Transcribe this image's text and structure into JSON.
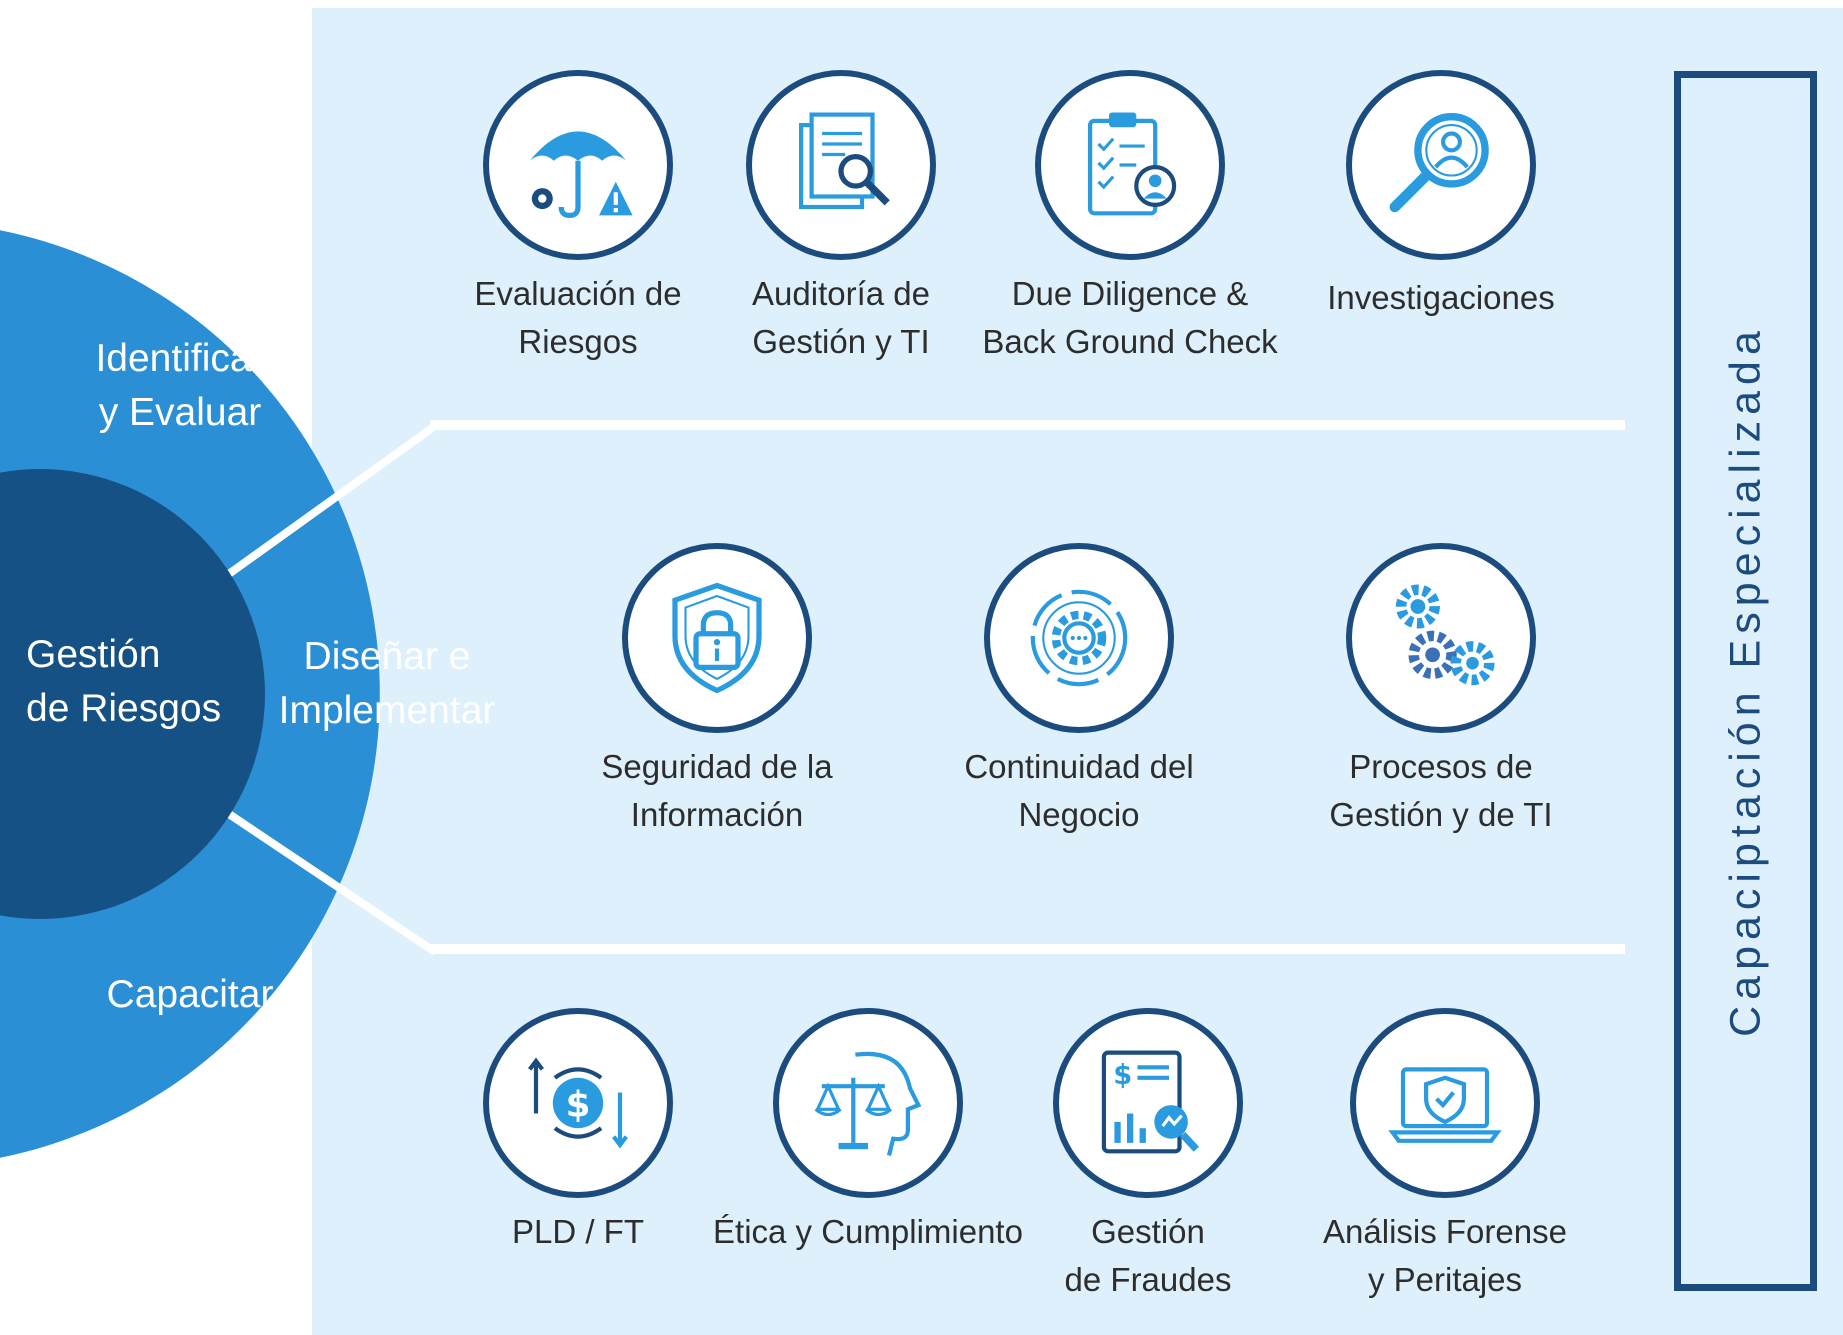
{
  "wheel": {
    "center": "Gestión\nde Riesgos",
    "segments": [
      "Identificar\ny Evaluar",
      "Diseñar e\nImplementar",
      "Capacitar"
    ]
  },
  "colors": {
    "panel": "#ddf0fb",
    "outer_ring": "#2b8fd6",
    "inner_circle": "#155184",
    "icon_ring": "#1c4b7e",
    "icon_fill": "#2b9be0"
  },
  "rows": {
    "identificar": [
      {
        "label": "Evaluación de\nRiesgos",
        "icon": "umbrella-risk-icon"
      },
      {
        "label": "Auditoría de\nGestión y TI",
        "icon": "document-search-icon"
      },
      {
        "label": "Due Diligence &\nBack Ground Check",
        "icon": "clipboard-person-icon"
      },
      {
        "label": "Investigaciones",
        "icon": "magnifier-person-icon"
      }
    ],
    "disenar": [
      {
        "label": "Seguridad de la\nInformación",
        "icon": "shield-lock-icon"
      },
      {
        "label": "Continuidad del\nNegocio",
        "icon": "gear-cycle-icon"
      },
      {
        "label": "Procesos de\nGestión y de TI",
        "icon": "gears-icon"
      }
    ],
    "capacitar": [
      {
        "label": "PLD / FT",
        "icon": "dollar-arrows-icon"
      },
      {
        "label": "Ética y Cumplimiento",
        "icon": "scales-head-icon"
      },
      {
        "label": "Gestión\nde Fraudes",
        "icon": "report-chart-icon"
      },
      {
        "label": "Análisis Forense\ny Peritajes",
        "icon": "laptop-shield-icon"
      }
    ]
  },
  "side_title": "Capaciptación Especializada"
}
